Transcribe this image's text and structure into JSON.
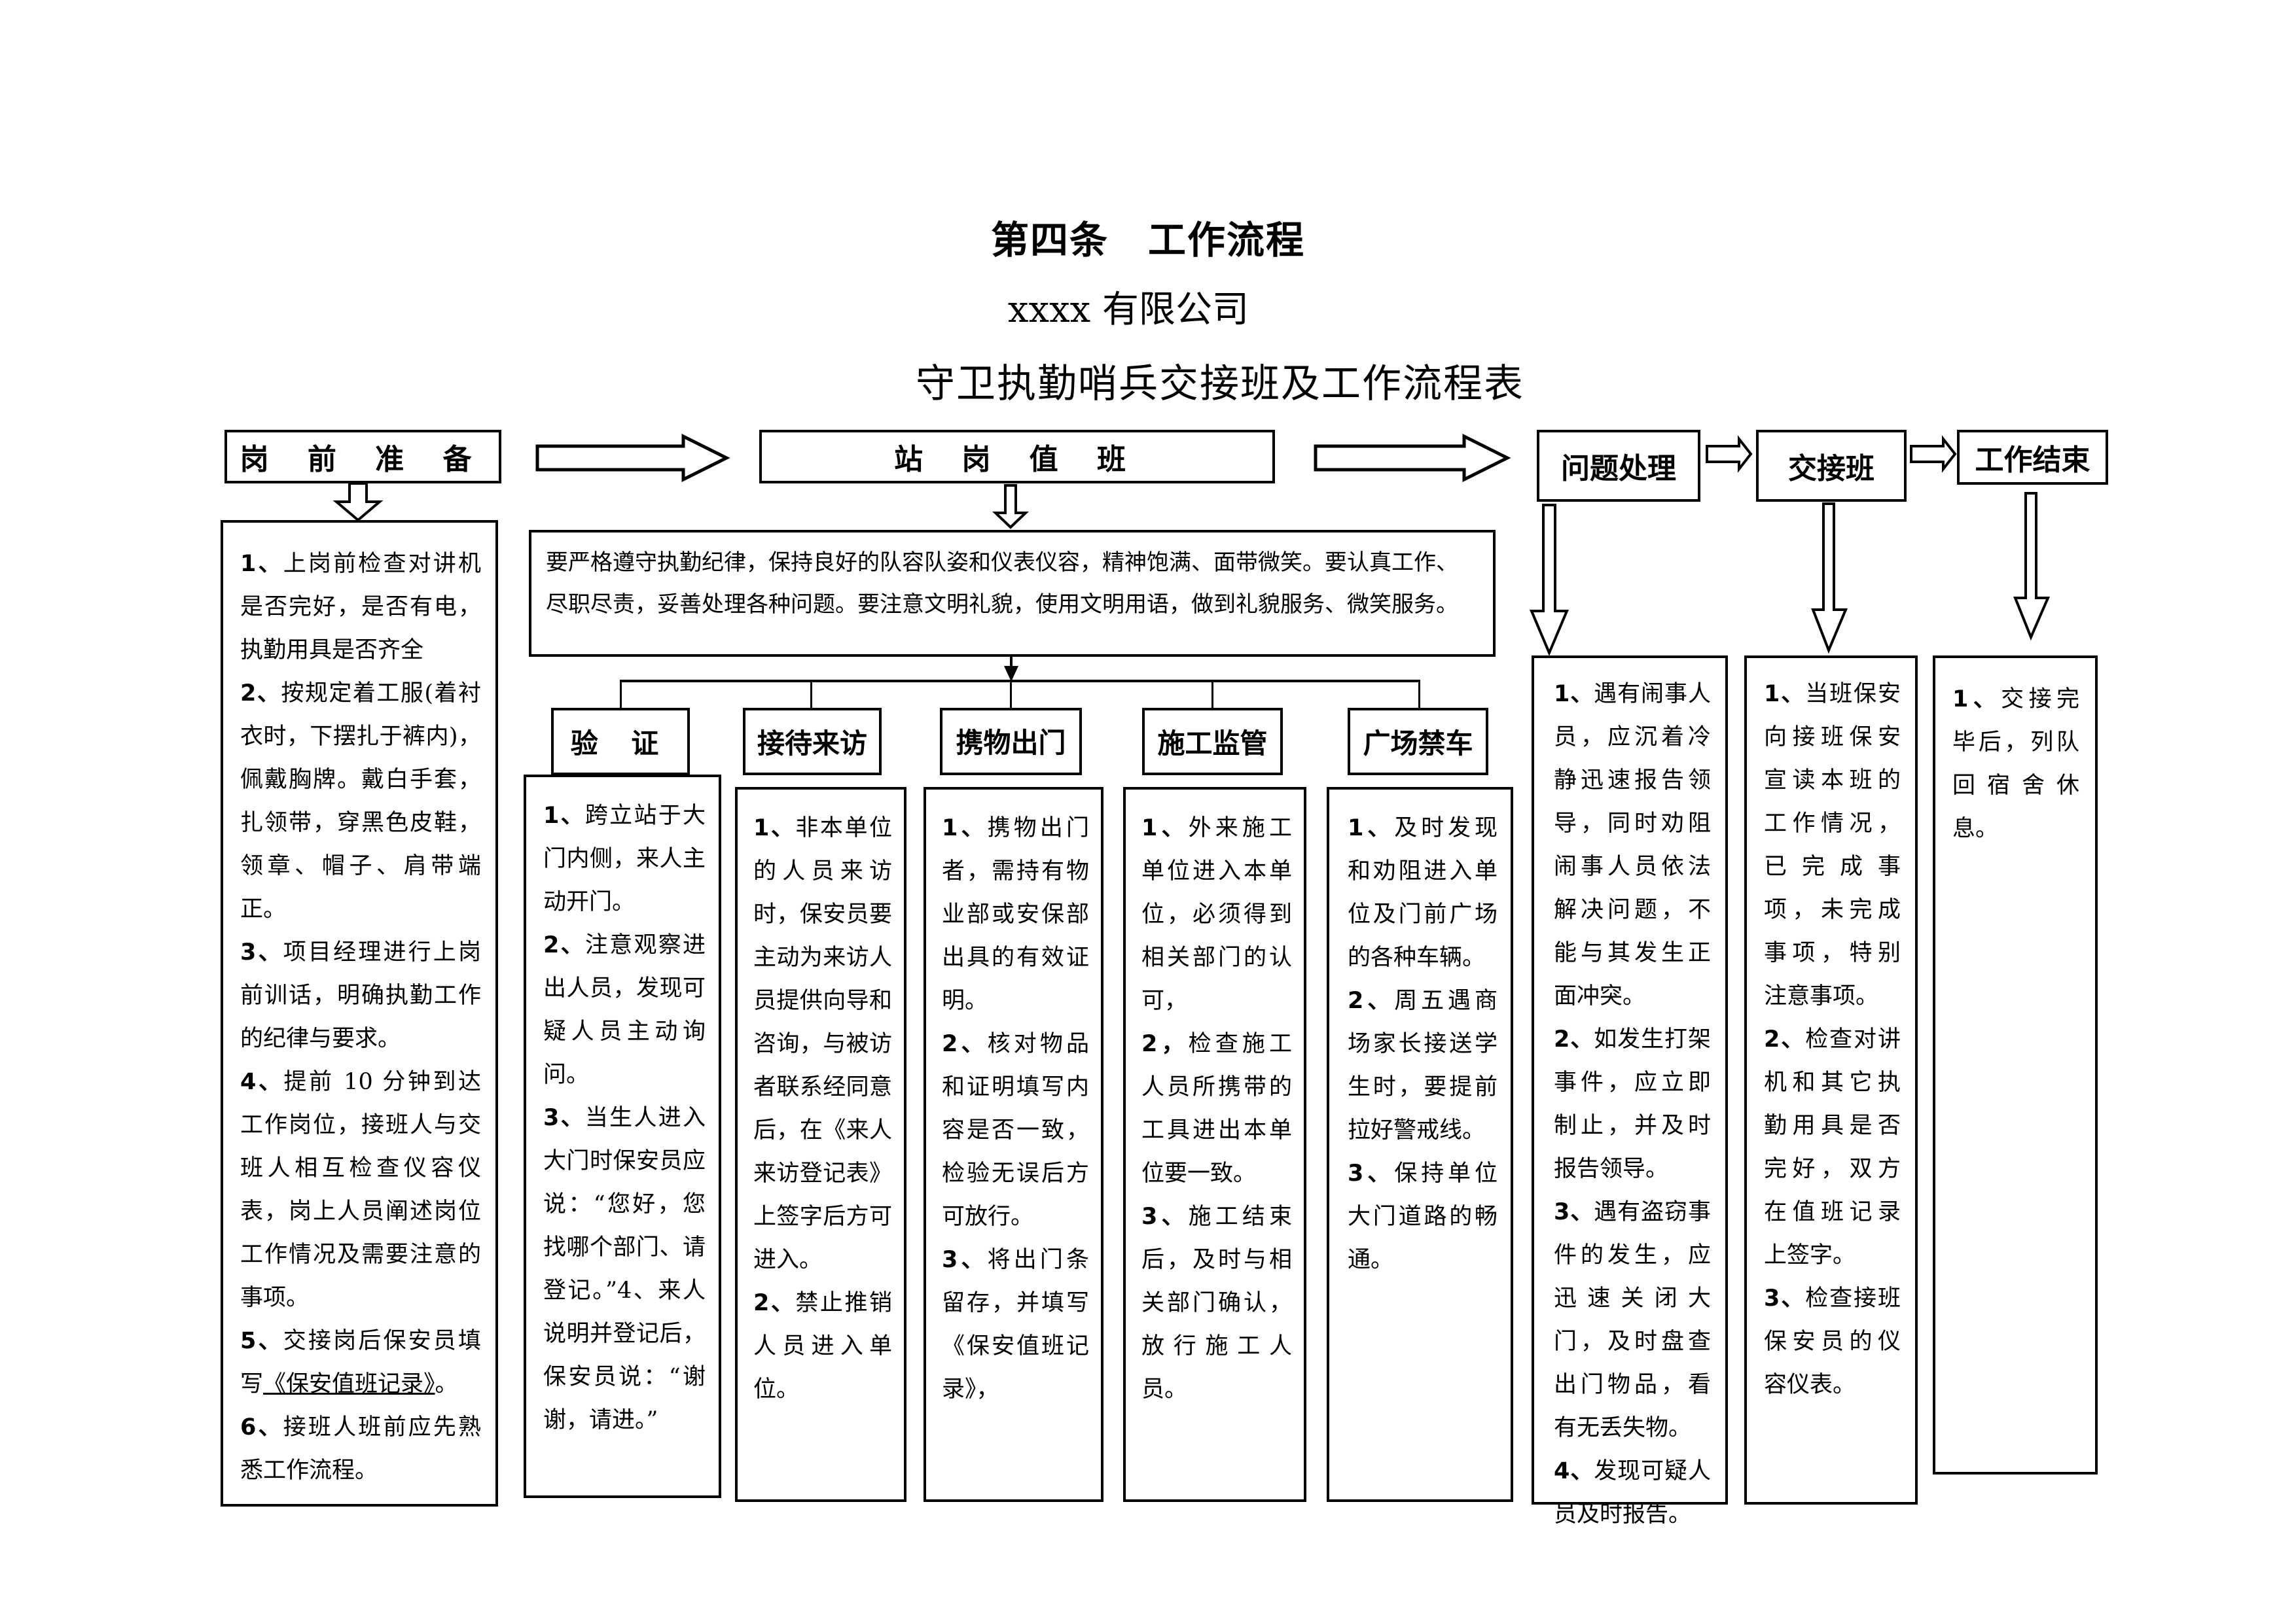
{
  "header": {
    "article_title": "第四条",
    "article_subtitle": "工作流程",
    "company": "xxxx 有限公司",
    "table_title": "守卫执勤哨兵交接班及工作流程表"
  },
  "flow": {
    "stage1": {
      "label": "岗 前 准 备",
      "items": [
        {
          "num": "1、",
          "text": "上岗前检查对讲机是否完好，是否有电，执勤用具是否齐全"
        },
        {
          "num": "2、",
          "text": "按规定着工服(着衬衣时，下摆扎于裤内)，佩戴胸牌。戴白手套，扎领带，穿黑色皮鞋，领章、帽子、肩带端正。"
        },
        {
          "num": "3、",
          "text": "项目经理进行上岗前训话，明确执勤工作的纪律与要求。"
        },
        {
          "num": "4、",
          "text": "提前 10 分钟到达工作岗位，接班人与交班人相互检查仪容仪表，岗上人员阐述岗位工作情况及需要注意的事项。"
        },
        {
          "num": "5、",
          "text_before": "交接岗后保安员填写",
          "underlined": "《保安值班记录》",
          "text_after": "。"
        },
        {
          "num": "6、",
          "text": "接班人班前应先熟悉工作流程。"
        }
      ]
    },
    "stage2": {
      "label": "站 岗 值 班",
      "duty_text": "要严格遵守执勤纪律，保持良好的队容队姿和仪表仪容，精神饱满、面带微笑。要认真工作、尽职尽责，妥善处理各种问题。要注意文明礼貌，使用文明用语，做到礼貌服务、微笑服务。",
      "sub_tasks": [
        {
          "label": "验 证",
          "items": [
            {
              "num": "1、",
              "text": "跨立站于大门内侧，来人主动开门。"
            },
            {
              "num": "2、",
              "text": "注意观察进出人员，发现可疑人员主动询问。"
            },
            {
              "num": "3、",
              "text": "当生人进入大门时保安员应说：“您好，您找哪个部门、请登记。”4、来人说明并登记后，保安员说：“谢谢，请进。”"
            }
          ]
        },
        {
          "label": "接待来访",
          "items": [
            {
              "num": "1、",
              "text": "非本单位的人员来访时，保安员要主动为来访人员提供向导和咨询，与被访者联系经同意后，在《来人来访登记表》上签字后方可进入。"
            },
            {
              "num": "2、",
              "text": "禁止推销人员进入单位。"
            }
          ]
        },
        {
          "label": "携物出门",
          "items": [
            {
              "num": "1、",
              "text": "携物出门者，需持有物业部或安保部出具的有效证明。"
            },
            {
              "num": "2、",
              "text": "核对物品和证明填写内容是否一致，检验无误后方可放行。"
            },
            {
              "num": "3、",
              "text": "将出门条留存，并填写《保安值班记录》，"
            }
          ]
        },
        {
          "label": "施工监管",
          "items": [
            {
              "num": "1、",
              "text": "外来施工单位进入本单位，必须得到相关部门的认可，"
            },
            {
              "num": "2，",
              "text": "检查施工人员所携带的工具进出本单位要一致。"
            },
            {
              "num": "3、",
              "text": "施工结束后，及时与相关部门确认，放行施工人员。"
            }
          ]
        },
        {
          "label": "广场禁车",
          "items": [
            {
              "num": "1、",
              "text": "及时发现和劝阻进入单位及门前广场的各种车辆。"
            },
            {
              "num": "2、",
              "text": "周五遇商场家长接送学生时，要提前拉好警戒线。"
            },
            {
              "num": "3、",
              "text": "保持单位大门道路的畅通。"
            }
          ]
        }
      ]
    },
    "stage3": {
      "label": "问题处理",
      "items": [
        {
          "num": "1、",
          "text": "遇有闹事人员，应沉着冷静迅速报告领导，同时劝阻闹事人员依法解决问题，不能与其发生正面冲突。"
        },
        {
          "num": "2、",
          "text": "如发生打架事件，应立即制止，并及时报告领导。"
        },
        {
          "num": "3、",
          "text": "遇有盗窃事件的发生，应迅速关闭大门，及时盘查出门物品，看有无丢失物。"
        },
        {
          "num": "4、",
          "text": "发现可疑人员及时报告。"
        }
      ]
    },
    "stage4": {
      "label": "交接班",
      "items": [
        {
          "num": "1、",
          "text": "当班保安向接班保安宣读本班的工作情况，已完成事项，未完成事项，特别注意事项。"
        },
        {
          "num": "2、",
          "text": "检查对讲机和其它执勤用具是否完好，双方在值班记录上签字。"
        },
        {
          "num": "3、",
          "text": "检查接班保安员的仪容仪表。"
        }
      ]
    },
    "stage5": {
      "label": "工作结束",
      "items": [
        {
          "num": "1、",
          "text": "交接完毕后，列队回宿舍休息。"
        }
      ]
    }
  },
  "icons": {
    "right_arrow": "hollow-block-arrow-right",
    "down_arrow": "hollow-block-arrow-down",
    "connector_arrow": "solid-line-arrow-down"
  },
  "colors": {
    "stroke": "#000000",
    "background": "#ffffff"
  }
}
